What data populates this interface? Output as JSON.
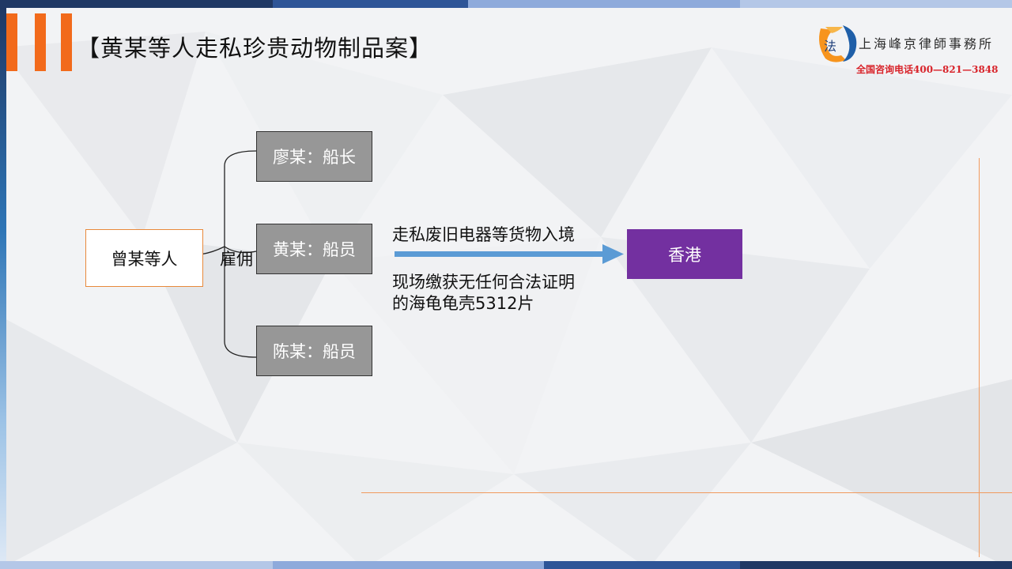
{
  "slide": {
    "title": "【黄某等人走私珍贵动物制品案】"
  },
  "logo": {
    "mark_icon": "law-firm-logo-icon",
    "name": "上海峰京律師事務所",
    "phone": "全国咨询电话400—821—3848"
  },
  "diagram": {
    "source": "曾某等人",
    "relation": "雇佣",
    "crew": [
      {
        "label": "廖某：船长"
      },
      {
        "label": "黄某：船员"
      },
      {
        "label": "陈某：船员"
      }
    ],
    "action_top": "走私废旧电器等货物入境",
    "action_bottom_line1": "现场缴获无任何合法证明",
    "action_bottom_line2": "的海龟龟壳5312片",
    "destination": "香港"
  },
  "colors": {
    "accent_orange": "#f26a1b",
    "arrow_blue": "#5b9bd5",
    "destination_purple": "#7330a0",
    "crew_gray": "#979797",
    "phone_red": "#d8232a"
  }
}
